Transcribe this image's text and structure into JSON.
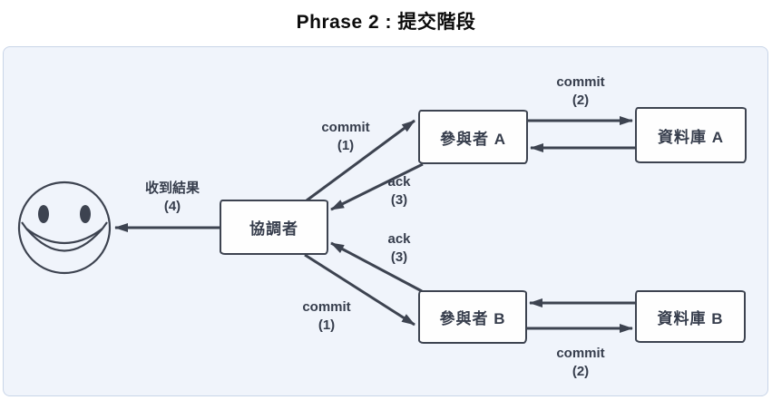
{
  "title": "Phrase 2 : 提交階段",
  "colors": {
    "panel_background": "#f0f4fb",
    "panel_border": "#c9d5e8",
    "stroke": "#3d4350",
    "node_background": "#fefefe",
    "label_text": "#363d4c",
    "title_text": "#0c0c0c"
  },
  "client": {
    "icon": "smiley-face"
  },
  "nodes": {
    "coordinator": {
      "label": "協調者"
    },
    "participant_a": {
      "label": "參與者 A"
    },
    "database_a": {
      "label": "資料庫 A"
    },
    "participant_b": {
      "label": "參與者 B"
    },
    "database_b": {
      "label": "資料庫 B"
    }
  },
  "edges": {
    "commit_to_participant_a": {
      "line1": "commit",
      "line2": "(1)",
      "from": "coordinator",
      "to": "participant_a"
    },
    "commit_to_database_a": {
      "line1": "commit",
      "line2": "(2)",
      "from": "participant_a",
      "to": "database_a"
    },
    "ack_from_participant_a": {
      "line1": "ack",
      "line2": "(3)",
      "from": "participant_a",
      "to": "coordinator"
    },
    "ack_from_participant_b": {
      "line1": "ack",
      "line2": "(3)",
      "from": "participant_b",
      "to": "coordinator"
    },
    "commit_to_participant_b": {
      "line1": "commit",
      "line2": "(1)",
      "from": "coordinator",
      "to": "participant_b"
    },
    "commit_to_database_b": {
      "line1": "commit",
      "line2": "(2)",
      "from": "participant_b",
      "to": "database_b"
    },
    "result_to_client": {
      "line1": "收到結果",
      "line2": "(4)",
      "from": "coordinator",
      "to": "client"
    },
    "return_from_database_a": {
      "from": "database_a",
      "to": "participant_a"
    },
    "return_from_database_b": {
      "from": "database_b",
      "to": "participant_b"
    }
  }
}
